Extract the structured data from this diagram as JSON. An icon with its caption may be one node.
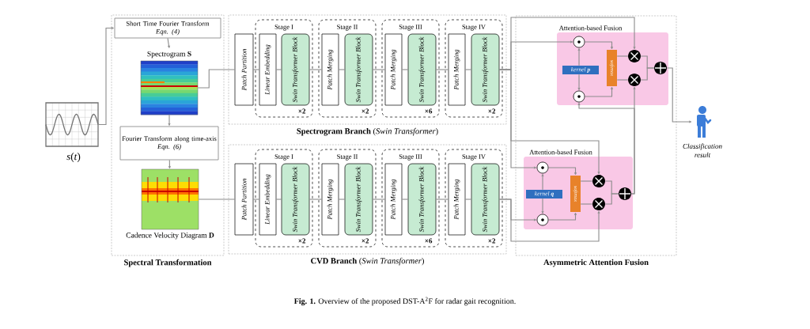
{
  "diagram": {
    "caption": "**Fig. 1.** Overview of the proposed DST-A$^{2}$F for radar gait recognition.",
    "nodes": [
      {
        "text": [],
        "shape": "picture",
        "beside": [
          "*s*(*t*)"
        ]
      },
      {
        "text": [
          "Spectral Transformation"
        ]
      },
      {
        "text": [
          "Short Time Fourier Transform",
          "Eqn. (4)"
        ],
        "in": 1
      },
      {
        "text": [
          "Spectrogram **S**"
        ],
        "in": 1
      },
      {
        "text": [
          "Fourier Transform along time-axis",
          "Eqn. (6)"
        ],
        "in": 1
      },
      {
        "text": [
          "Cadence Velocity Diagram **D**"
        ],
        "in": 1
      },
      {
        "text": [
          "**Spectrogram Branch** (*Swin Transformer*)"
        ]
      },
      {
        "text": [
          "Patch Partition"
        ],
        "in": 6
      },
      {
        "text": [
          "Stage I"
        ],
        "in": 6
      },
      {
        "text": [
          "Linear Embedding"
        ],
        "in": 8
      },
      {
        "text": [
          "Swin Transformer Block"
        ],
        "in": 8,
        "beside": [
          "×2"
        ]
      },
      {
        "text": [
          "Stage II"
        ],
        "in": 6
      },
      {
        "text": [
          "Patch Merging"
        ],
        "in": 11
      },
      {
        "text": [
          "Swin Transformer Block"
        ],
        "in": 11,
        "beside": [
          "×2"
        ]
      },
      {
        "text": [
          "Stage III"
        ],
        "in": 6
      },
      {
        "text": [
          "Patch Merging"
        ],
        "in": 14
      },
      {
        "text": [
          "Swin Transformer Block"
        ],
        "in": 14,
        "beside": [
          "×6"
        ]
      },
      {
        "text": [
          "Stage IV"
        ],
        "in": 6
      },
      {
        "text": [
          "Patch Merging"
        ],
        "in": 17
      },
      {
        "text": [
          "Swin Transformer Block"
        ],
        "in": 17,
        "beside": [
          "×2"
        ]
      },
      {
        "text": [
          "**CVD Branch** (*Swin Transformer*)"
        ]
      },
      {
        "text": [
          "Patch Partition"
        ],
        "in": 20
      },
      {
        "text": [
          "Stage I"
        ],
        "in": 20
      },
      {
        "text": [
          "Linear Embedding"
        ],
        "in": 22
      },
      {
        "text": [
          "Swin Transformer Block"
        ],
        "in": 22,
        "beside": [
          "×2"
        ]
      },
      {
        "text": [
          "Stage II"
        ],
        "in": 20
      },
      {
        "text": [
          "Patch Merging"
        ],
        "in": 25
      },
      {
        "text": [
          "Swin Transformer Block"
        ],
        "in": 25,
        "beside": [
          "×2"
        ]
      },
      {
        "text": [
          "Stage III"
        ],
        "in": 20
      },
      {
        "text": [
          "Patch Merging"
        ],
        "in": 28
      },
      {
        "text": [
          "Swin Transformer Block"
        ],
        "in": 28,
        "beside": [
          "×6"
        ]
      },
      {
        "text": [
          "Stage IV"
        ],
        "in": 20
      },
      {
        "text": [
          "Patch Merging"
        ],
        "in": 31
      },
      {
        "text": [
          "Swin Transformer Block"
        ],
        "in": 31,
        "beside": [
          "×2"
        ]
      },
      {
        "text": [
          "Asymmetric Attention Fusion"
        ]
      },
      {
        "text": [
          "Attention-based Fusion"
        ],
        "in": 34
      },
      {
        "text": [],
        "shape": "circle",
        "in": 35
      },
      {
        "text": [
          "kernel **p**"
        ],
        "in": 35
      },
      {
        "text": [],
        "shape": "circle",
        "in": 35
      },
      {
        "text": [
          "softmax"
        ],
        "in": 35
      },
      {
        "text": [],
        "shape": "circle",
        "in": 35
      },
      {
        "text": [],
        "shape": "circle",
        "in": 35
      },
      {
        "text": [],
        "shape": "circle",
        "in": 35
      },
      {
        "text": [
          "Attention-based Fusion"
        ],
        "in": 34
      },
      {
        "text": [],
        "shape": "circle",
        "in": 43
      },
      {
        "text": [
          "kernel **q**"
        ],
        "in": 43
      },
      {
        "text": [],
        "shape": "circle",
        "in": 43
      },
      {
        "text": [
          "softmax"
        ],
        "in": 43
      },
      {
        "text": [],
        "shape": "circle",
        "in": 43
      },
      {
        "text": [],
        "shape": "circle",
        "in": 43
      },
      {
        "text": [],
        "shape": "circle",
        "in": 43
      },
      {
        "text": [],
        "shape": "person",
        "beside": [
          "Classification result"
        ]
      }
    ],
    "edges": [
      {
        "from": 0,
        "to": 2,
        "arrow": "to"
      },
      {
        "from": 2,
        "to": 3,
        "arrow": "to"
      },
      {
        "from": 3,
        "to": 4,
        "arrow": "to"
      },
      {
        "from": 4,
        "to": 5,
        "arrow": "to"
      },
      {
        "from": 3,
        "to": 7,
        "arrow": "none"
      },
      {
        "from": 5,
        "to": 21,
        "arrow": "none"
      },
      {
        "from": 7,
        "to": 9,
        "arrow": "none"
      },
      {
        "from": 9,
        "to": 10,
        "arrow": "none"
      },
      {
        "from": 10,
        "to": 12,
        "arrow": "none"
      },
      {
        "from": 12,
        "to": 13,
        "arrow": "none"
      },
      {
        "from": 13,
        "to": 15,
        "arrow": "none"
      },
      {
        "from": 15,
        "to": 16,
        "arrow": "none"
      },
      {
        "from": 16,
        "to": 18,
        "arrow": "none"
      },
      {
        "from": 18,
        "to": 19,
        "arrow": "none"
      },
      {
        "from": 21,
        "to": 23,
        "arrow": "none"
      },
      {
        "from": 23,
        "to": 24,
        "arrow": "none"
      },
      {
        "from": 24,
        "to": 26,
        "arrow": "none"
      },
      {
        "from": 26,
        "to": 27,
        "arrow": "none"
      },
      {
        "from": 27,
        "to": 29,
        "arrow": "none"
      },
      {
        "from": 29,
        "to": 30,
        "arrow": "none"
      },
      {
        "from": 30,
        "to": 32,
        "arrow": "none"
      },
      {
        "from": 32,
        "to": 33,
        "arrow": "none"
      },
      {
        "from": 19,
        "to": 36,
        "arrow": "to"
      },
      {
        "from": 19,
        "to": 40,
        "arrow": "to"
      },
      {
        "from": 19,
        "to": 44,
        "arrow": "to"
      },
      {
        "from": 19,
        "to": 48,
        "arrow": "to"
      },
      {
        "from": 33,
        "to": 46,
        "arrow": "to"
      },
      {
        "from": 33,
        "to": 49,
        "arrow": "to"
      },
      {
        "from": 37,
        "to": 36,
        "arrow": "to"
      },
      {
        "from": 37,
        "to": 38,
        "arrow": "to"
      },
      {
        "from": 36,
        "to": 39,
        "arrow": "to"
      },
      {
        "from": 38,
        "to": 39,
        "arrow": "to"
      },
      {
        "from": 39,
        "to": 40,
        "arrow": "none"
      },
      {
        "from": 39,
        "to": 41,
        "arrow": "none"
      },
      {
        "from": 40,
        "to": 42,
        "arrow": "none"
      },
      {
        "from": 41,
        "to": 42,
        "arrow": "none"
      },
      {
        "from": 42,
        "to": 51,
        "arrow": "to"
      },
      {
        "from": 45,
        "to": 44,
        "arrow": "to"
      },
      {
        "from": 45,
        "to": 46,
        "arrow": "to"
      },
      {
        "from": 44,
        "to": 47,
        "arrow": "to"
      },
      {
        "from": 46,
        "to": 47,
        "arrow": "to"
      },
      {
        "from": 47,
        "to": 48,
        "arrow": "none"
      },
      {
        "from": 47,
        "to": 49,
        "arrow": "none"
      },
      {
        "from": 48,
        "to": 50,
        "arrow": "none"
      },
      {
        "from": 49,
        "to": 50,
        "arrow": "none"
      },
      {
        "from": 50,
        "to": 41,
        "arrow": "to"
      },
      {
        "from": 50,
        "to": 38,
        "arrow": "to"
      }
    ]
  }
}
